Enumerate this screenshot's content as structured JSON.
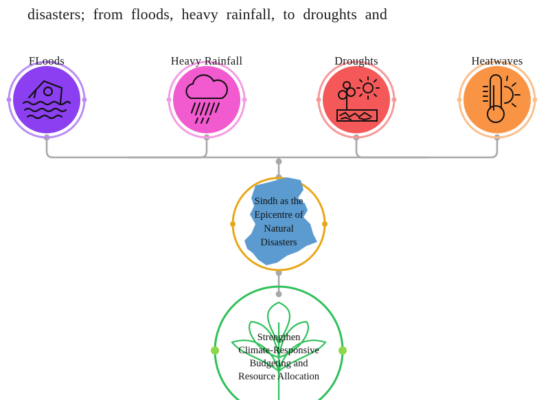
{
  "intro_text": "disasters; from floods, heavy rainfall, to droughts and",
  "hazards": [
    {
      "label": "FLoods",
      "icon": "flood-house-icon",
      "color": "#8b3ff0",
      "ring": "#b98cf5"
    },
    {
      "label": "Heavy Rainfall",
      "icon": "rain-cloud-icon",
      "color": "#f25ad0",
      "ring": "#f59be3"
    },
    {
      "label": "Droughts",
      "icon": "drought-icon",
      "color": "#f45858",
      "ring": "#f79898"
    },
    {
      "label": "Heatwaves",
      "icon": "thermometer-sun-icon",
      "color": "#f99445",
      "ring": "#fbbf8a"
    }
  ],
  "center": {
    "lines": [
      "Sindh as the",
      "Epicentre of",
      "Natural",
      "Disasters"
    ],
    "icon": "sindh-map-icon",
    "ring_color": "#e9a618",
    "map_color": "#5b9bd0"
  },
  "outcome": {
    "lines": [
      "Strengthen",
      "Climate-Responsive",
      "Budgeting and",
      "Resource Allocation"
    ],
    "icon": "leaf-sprout-icon",
    "ring_color": "#2fc05a"
  },
  "connector_color": "#a8a8a8"
}
